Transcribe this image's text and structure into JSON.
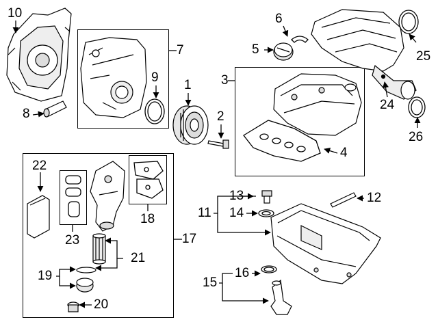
{
  "callouts": {
    "c1": "1",
    "c2": "2",
    "c3": "3",
    "c4": "4",
    "c5": "5",
    "c6": "6",
    "c7": "7",
    "c8": "8",
    "c9": "9",
    "c10": "10",
    "c11": "11",
    "c12": "12",
    "c13": "13",
    "c14": "14",
    "c15": "15",
    "c16": "16",
    "c17": "17",
    "c18": "18",
    "c19": "19",
    "c20": "20",
    "c21": "21",
    "c22": "22",
    "c23": "23",
    "c24": "24",
    "c25": "25",
    "c26": "26"
  },
  "colors": {
    "line": "#000000",
    "part_fill": "#ffffff",
    "part_shade": "#d9d9d9"
  }
}
